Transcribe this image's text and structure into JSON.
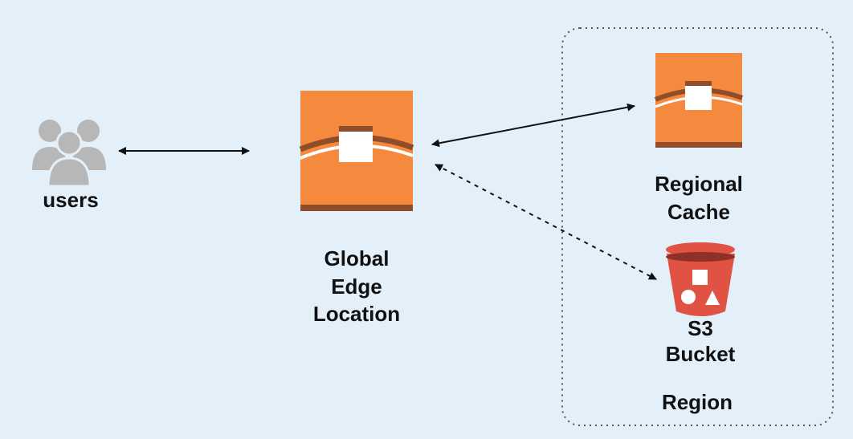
{
  "diagram": {
    "users": {
      "label": "users",
      "icon": "users-icon"
    },
    "edge_location": {
      "line1": "Global",
      "line2": "Edge",
      "line3": "Location",
      "icon": "edge-location-icon"
    },
    "regional_cache": {
      "line1": "Regional",
      "line2": "Cache",
      "icon": "regional-cache-icon"
    },
    "s3_bucket": {
      "line1": "S3",
      "line2": "Bucket",
      "icon": "s3-bucket-icon"
    },
    "region": {
      "label": "Region"
    }
  },
  "colors": {
    "background": "#e3f0fa",
    "orange": "#f58a3f",
    "orange_dark": "#8f4d2a",
    "s3_red": "#e05243",
    "s3_dark_red": "#8c3123",
    "users_gray": "#b7b7b7",
    "arrow": "#111111"
  }
}
